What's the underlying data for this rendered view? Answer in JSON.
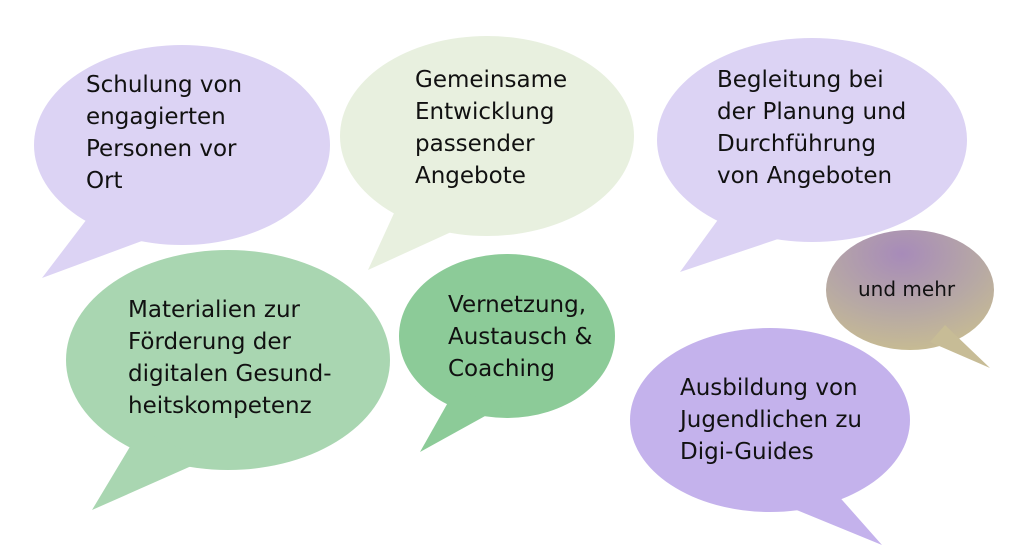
{
  "colors": {
    "lavender": "#dcd3f4",
    "pale_green": "#e8f0df",
    "light_green": "#a9d6b1",
    "mid_green": "#8ccb98",
    "purple": "#c4b2ec",
    "gradient_pink": "#d2aec6",
    "gradient_olive": "#bcc79a",
    "text": "#111111"
  },
  "bubbles": {
    "schulung": {
      "lines": [
        "Schulung von",
        "engagierten",
        "Personen vor",
        "Ort"
      ]
    },
    "entwicklung": {
      "lines": [
        "Gemeinsame",
        "Entwicklung",
        "passender",
        "Angebote"
      ]
    },
    "begleitung": {
      "lines": [
        "Begleitung bei",
        "der Planung und",
        "Durchführung",
        "von Angeboten"
      ]
    },
    "materialien": {
      "lines": [
        "Materialien zur",
        "Förderung der",
        "digitalen Gesund-",
        "heitskompetenz"
      ]
    },
    "vernetzung": {
      "lines": [
        "Vernetzung,",
        "Austausch &",
        "Coaching"
      ]
    },
    "mehr": {
      "lines": [
        "und mehr"
      ]
    },
    "ausbildung": {
      "lines": [
        "Ausbildung von",
        "Jugendlichen zu",
        "Digi-Guides"
      ]
    }
  }
}
